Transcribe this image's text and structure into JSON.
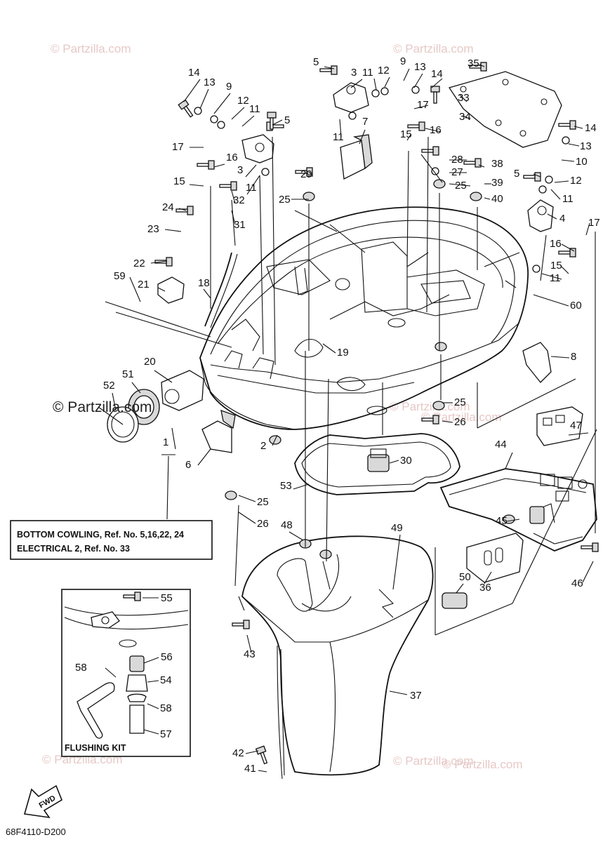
{
  "watermarks": [
    "© Partzilla.com",
    "© Partzilla.com",
    "© Partzilla.com",
    "© Partzilla.com",
    "© Partzilla.com",
    "© Partzilla.com",
    "© Partzilla.com"
  ],
  "main_watermark": "© Partzilla.com",
  "note_box": {
    "line1": "BOTTOM COWLING, Ref. No. 5,16,22, 24",
    "line2": "ELECTRICAL 2,  Ref. No. 33"
  },
  "inset": {
    "title": "FLUSHING KIT"
  },
  "fwd_arrow": "FWD",
  "diagram_code": "68F4110-D200",
  "labels": [
    "14",
    "13",
    "9",
    "12",
    "11",
    "5",
    "17",
    "16",
    "3",
    "15",
    "11",
    "32",
    "24",
    "31",
    "23",
    "22",
    "59",
    "21",
    "18",
    "20",
    "51",
    "52",
    "5",
    "3",
    "11",
    "12",
    "9",
    "13",
    "14",
    "35",
    "33",
    "34",
    "17",
    "7",
    "11",
    "15",
    "16",
    "28",
    "27",
    "38",
    "29",
    "25",
    "39",
    "25",
    "40",
    "14",
    "13",
    "10",
    "5",
    "12",
    "11",
    "4",
    "17",
    "16",
    "15",
    "11",
    "60",
    "19",
    "8",
    "25",
    "26",
    "47",
    "1",
    "2",
    "6",
    "44",
    "30",
    "25",
    "53",
    "26",
    "45",
    "48",
    "49",
    "50",
    "36",
    "46",
    "55",
    "56",
    "54",
    "58",
    "58",
    "57",
    "43",
    "37",
    "42",
    "41"
  ]
}
